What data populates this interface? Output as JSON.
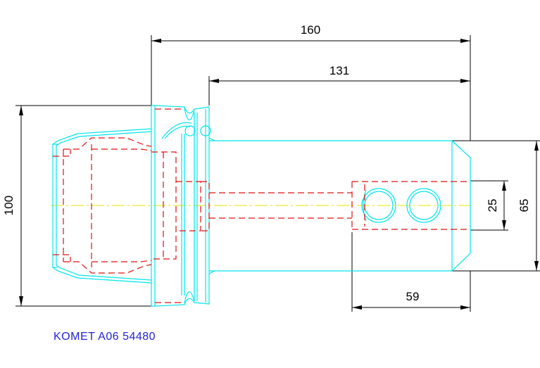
{
  "drawing": {
    "caption": "KOMET A06 54480",
    "dimensions": {
      "overall_length": "160",
      "shank_length": "131",
      "flange_diameter": "100",
      "body_diameter": "65",
      "bore_diameter": "25",
      "slot_length": "59"
    }
  },
  "colors": {
    "outline": "#00e5ee",
    "hidden_lines": "#e01010",
    "center_line": "#e6e600",
    "dimensions": "#000000",
    "caption": "#2323d6"
  }
}
